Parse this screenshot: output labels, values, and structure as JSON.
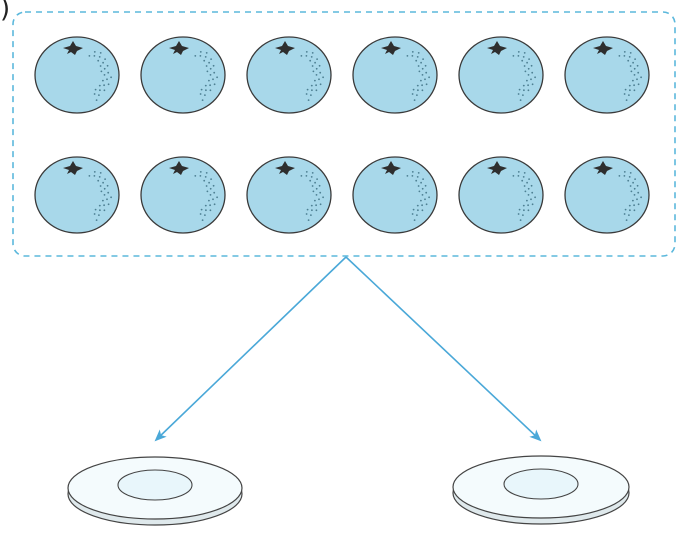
{
  "problem_label": ")",
  "oranges": {
    "count": 12,
    "rows": 2,
    "per_row": 6,
    "fill_color": "#a8d8ea",
    "outline_color": "#3a3a3a",
    "stem_color": "#2e2e2e"
  },
  "container": {
    "border_style": "dashed",
    "border_color": "#5bb8dc"
  },
  "arrows": {
    "color": "#4aa8d8",
    "count": 2
  },
  "plates": {
    "count": 2,
    "rim_color": "#f4fbfd",
    "outline_color": "#444444",
    "center_color": "#e8f6fb"
  }
}
